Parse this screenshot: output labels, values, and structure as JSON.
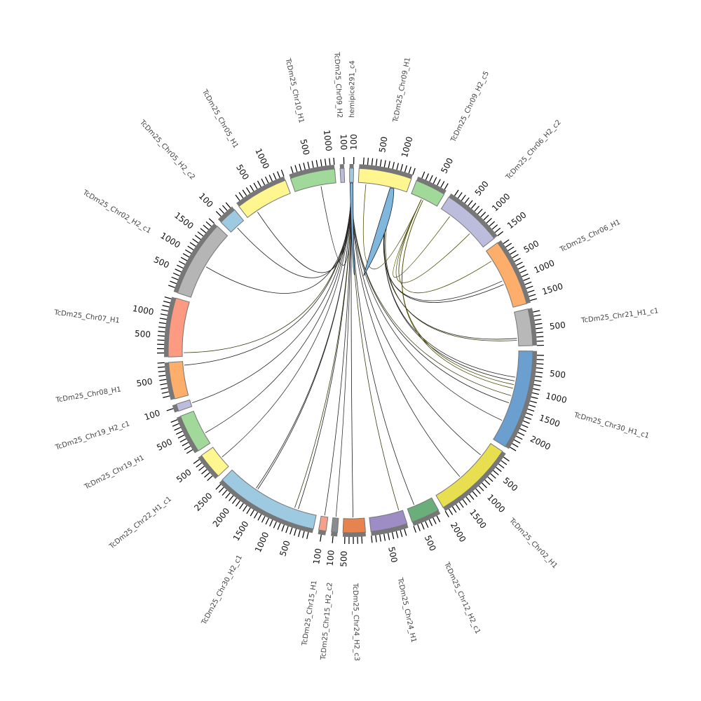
{
  "chart_data": {
    "type": "chord",
    "title": "",
    "tick_interval": 100,
    "segments": [
      {
        "name": "hemipice291_c4",
        "length": 100,
        "color": "#9ecae1"
      },
      {
        "name": "TcDm25_Chr09_H1",
        "length": 1300,
        "color": "#fff68f"
      },
      {
        "name": "TcDm25_Chr09_H2_c5",
        "length": 750,
        "color": "#a1d99b"
      },
      {
        "name": "TcDm25_Chr06_H2_c2",
        "length": 1500,
        "color": "#bcbddc"
      },
      {
        "name": "TcDm25_Chr06_H1",
        "length": 1650,
        "color": "#fdae6b"
      },
      {
        "name": "TcDm25_Chr21_H1_c1",
        "length": 900,
        "color": "#b8b8b8"
      },
      {
        "name": "TcDm25_Chr30_H1_c1",
        "length": 2450,
        "color": "#6a9fcf"
      },
      {
        "name": "TcDm25_Chr02_H1",
        "length": 2000,
        "color": "#e8df50"
      },
      {
        "name": "TcDm25_Chr12_H2_c1",
        "length": 700,
        "color": "#6aaf7a"
      },
      {
        "name": "TcDm25_Chr24_H1",
        "length": 900,
        "color": "#9e8cc4"
      },
      {
        "name": "TcDm25_Chr24_H2_c3",
        "length": 550,
        "color": "#e6834f"
      },
      {
        "name": "TcDm25_Chr15_H2_c2",
        "length": 150,
        "color": "#8c8c8c"
      },
      {
        "name": "TcDm25_Chr15_H1",
        "length": 180,
        "color": "#f4a08a"
      },
      {
        "name": "TcDm25_Chr30_H2_c1",
        "length": 2550,
        "color": "#9ecae1"
      },
      {
        "name": "TcDm25_Chr22_H1_c1",
        "length": 650,
        "color": "#fff68f"
      },
      {
        "name": "TcDm25_Chr19_H1",
        "length": 950,
        "color": "#a1d99b"
      },
      {
        "name": "TcDm25_Chr19_H2_c1",
        "length": 180,
        "color": "#bcbddc"
      },
      {
        "name": "TcDm25_Chr08_H1",
        "length": 900,
        "color": "#fdae6b"
      },
      {
        "name": "TcDm25_Chr07_H1",
        "length": 1450,
        "color": "#fc9a82"
      },
      {
        "name": "TcDm25_Chr02_H2_c1",
        "length": 1900,
        "color": "#b5b5b5"
      },
      {
        "name": "TcDm25_Chr05_H2_c2",
        "length": 450,
        "color": "#9ecae1"
      },
      {
        "name": "TcDm25_Chr05_H1",
        "length": 1300,
        "color": "#fff68f"
      },
      {
        "name": "TcDm25_Chr10_H1",
        "length": 1100,
        "color": "#a1d99b"
      },
      {
        "name": "TcDm25_Chr09_H2",
        "length": 100,
        "color": "#bcbddc"
      }
    ],
    "links": [
      [
        0,
        50,
        22,
        700
      ],
      [
        0,
        50,
        21,
        300
      ],
      [
        0,
        50,
        20,
        200
      ],
      [
        0,
        50,
        19,
        900
      ],
      [
        0,
        50,
        18,
        100
      ],
      [
        0,
        50,
        17,
        800
      ],
      [
        0,
        50,
        16,
        90
      ],
      [
        0,
        50,
        15,
        300
      ],
      [
        0,
        50,
        14,
        300
      ],
      [
        0,
        50,
        13,
        500
      ],
      [
        0,
        50,
        13,
        600
      ],
      [
        0,
        50,
        13,
        1700
      ],
      [
        0,
        50,
        13,
        1750
      ],
      [
        0,
        50,
        12,
        90
      ],
      [
        0,
        50,
        11,
        70
      ],
      [
        0,
        50,
        10,
        300
      ],
      [
        0,
        50,
        9,
        100
      ],
      [
        0,
        50,
        8,
        500
      ],
      [
        0,
        50,
        7,
        400
      ],
      [
        0,
        50,
        7,
        1200
      ],
      [
        0,
        50,
        6,
        1900
      ],
      [
        0,
        50,
        6,
        1400
      ],
      [
        0,
        50,
        6,
        1200
      ],
      [
        1,
        900,
        6,
        700
      ],
      [
        1,
        900,
        6,
        800
      ],
      [
        1,
        900,
        5,
        700
      ],
      [
        1,
        900,
        4,
        900
      ],
      [
        1,
        900,
        4,
        1000
      ],
      [
        2,
        300,
        3,
        1000
      ],
      [
        2,
        300,
        3,
        300
      ],
      [
        2,
        300,
        1,
        200
      ],
      [
        2,
        350,
        6,
        900
      ],
      [
        2,
        350,
        6,
        1000
      ],
      [
        2,
        300,
        4,
        300
      ],
      [
        1,
        950,
        5,
        750
      ]
    ]
  }
}
